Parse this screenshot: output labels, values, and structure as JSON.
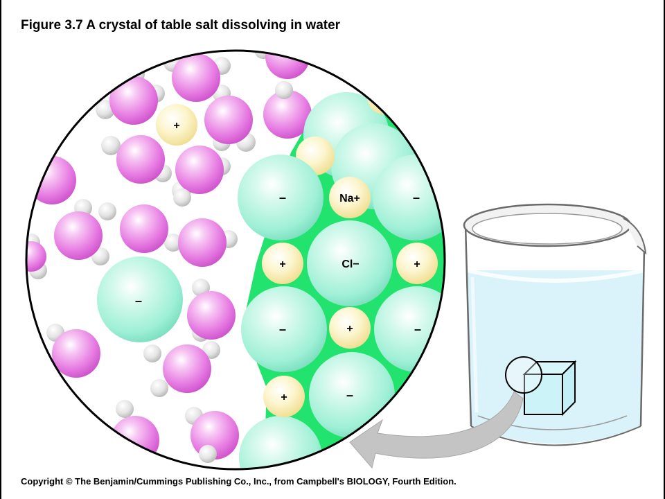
{
  "figure": {
    "title": "Figure 3.7  A crystal of table salt dissolving in water",
    "credit": "Copyright © The Benjamin/Cummings Publishing Co., Inc., from Campbell's BIOLOGY, Fourth Edition."
  },
  "labels": {
    "sodium": "Na+",
    "chloride": "Cl−",
    "positive": "+",
    "negative": "–"
  },
  "colors": {
    "oxygen": "#e77de3",
    "hydrogen": "#d9d9d9",
    "chloride_ion": "#9ff0d6",
    "sodium_ion": "#fbf1b6",
    "crystal_lattice": "#22e36e",
    "beaker_water": "#bfeaf6",
    "arrow": "#c4c4c4"
  }
}
